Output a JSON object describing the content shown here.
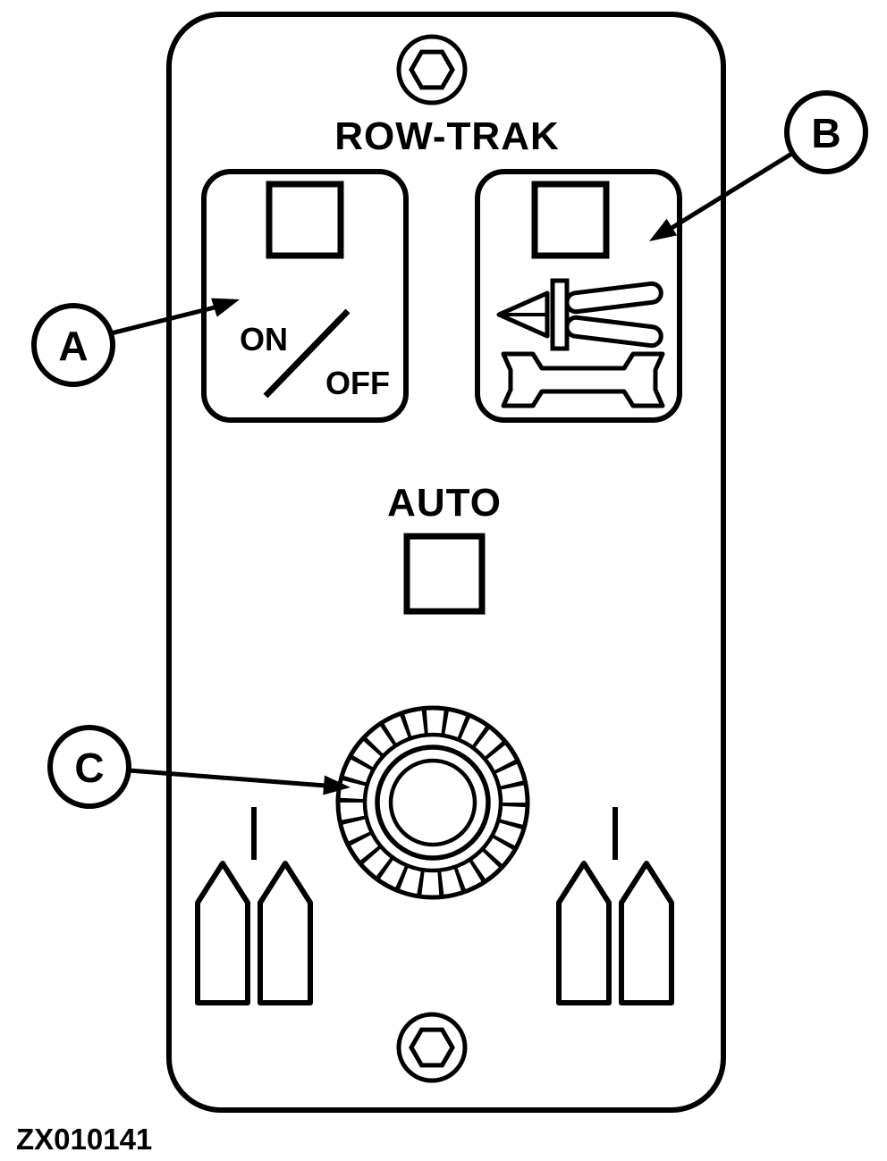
{
  "figure": {
    "code": "ZX010141"
  },
  "panel": {
    "title": "ROW-TRAK",
    "power_switch": {
      "on_label": "ON",
      "off_label": "OFF"
    },
    "auto_indicator_label": "AUTO"
  },
  "callouts": {
    "a": {
      "label": "A"
    },
    "b": {
      "label": "B"
    },
    "c": {
      "label": "C"
    }
  },
  "icons": {
    "top_fastener": "hex-bolt-icon",
    "bottom_fastener": "hex-bolt-icon",
    "service_switch_symbols": [
      "pliers-icon",
      "wrench-icon"
    ],
    "row_marker_symbols": [
      "row-crop-icon",
      "row-crop-icon"
    ],
    "dial": "rotary-dial-icon"
  },
  "colors": {
    "line": "#000000",
    "background": "#ffffff"
  }
}
